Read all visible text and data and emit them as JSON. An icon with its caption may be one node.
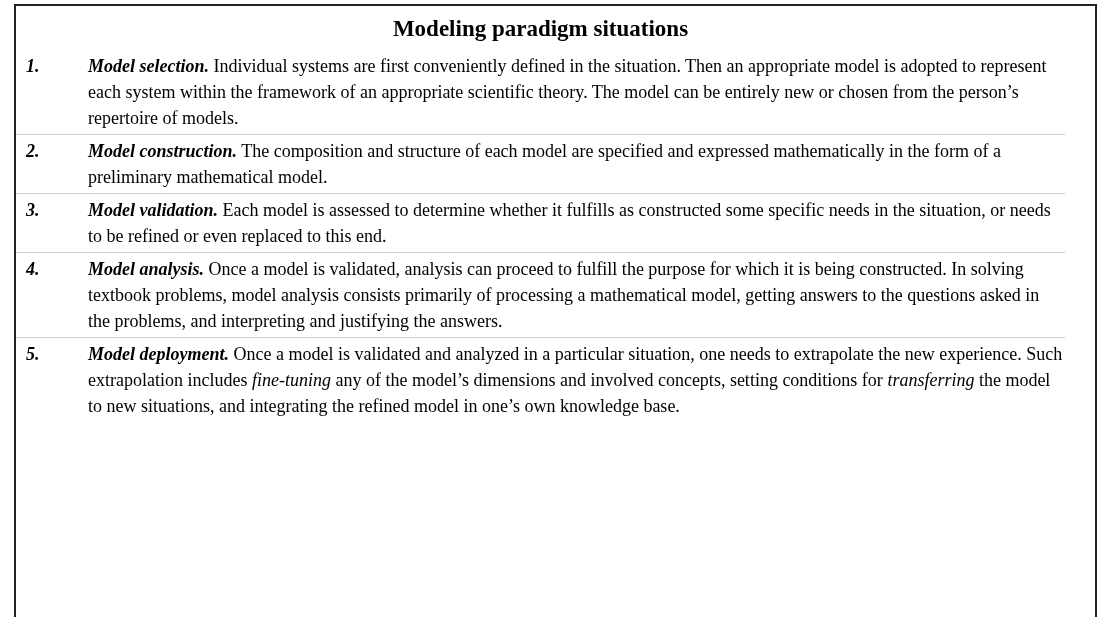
{
  "diagram": {
    "title": "Modeling paradigm situations",
    "labels": [
      "1.",
      "**Model selection.** Individual systems are first conveniently defined in the situation. Then an appropriate model is adopted to represent each system within the framework of an appropriate scientific theory. The model can be entirely new or chosen from the person’s repertoire of models.",
      "2.",
      "**Model construction.** The composition and structure of each model are specified and expressed mathematically in the form of a preliminary mathematical model.",
      "3.",
      "**Model validation.** Each model is assessed to determine whether it fulfills as constructed some specific needs in the situation, or needs to be refined or even replaced to this end.",
      "4.",
      "**Model analysis.** Once a model is validated, analysis can proceed to fulfill the purpose for which it is being constructed. In solving textbook problems, model analysis consists primarily of processing a mathematical model, getting answers to the questions asked in the problems, and interpreting and justifying the answers.",
      "5.",
      "**Model deployment.** Once a model is validated and analyzed in a particular situation, one needs to extrapolate the new experience. Such extrapolation includes *fine-tuning* any of the model’s dimensions and involved concepts, setting conditions for *transferring* the model to new situations, and integrating the refined model in one’s own knowledge base."
    ]
  }
}
